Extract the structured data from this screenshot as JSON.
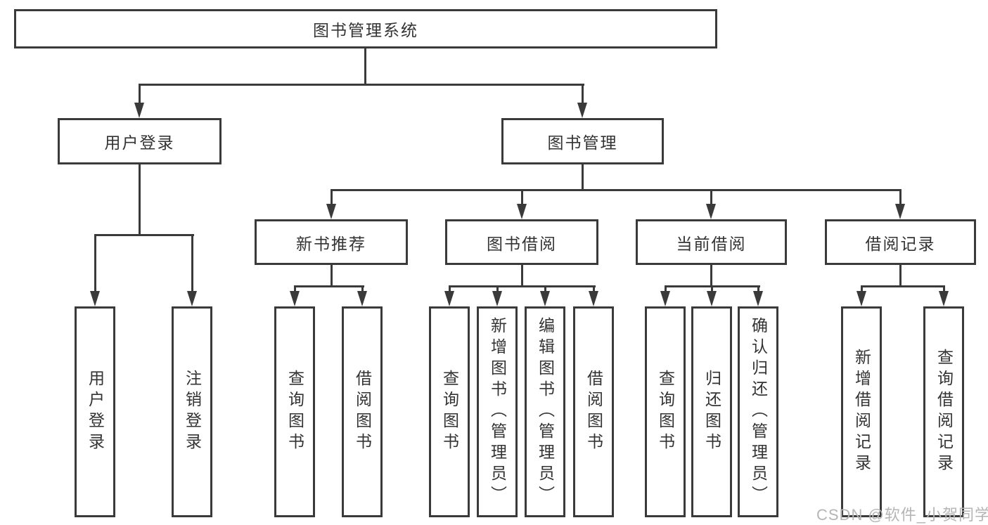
{
  "diagram": {
    "root": {
      "label": "图书管理系统"
    },
    "level2": [
      "用户登录",
      "图书管理"
    ],
    "level3": [
      "新书推荐",
      "图书借阅",
      "当前借阅",
      "借阅记录"
    ],
    "leaves": {
      "login": [
        "用户登录",
        "注销登录"
      ],
      "recommend": [
        "查询图书",
        "借阅图书"
      ],
      "borrow": [
        "查询图书",
        "新增图书（管理员）",
        "编辑图书（管理员）",
        "借阅图书"
      ],
      "current": [
        "查询图书",
        "归还图书",
        "确认归还（管理员）"
      ],
      "records": [
        "新增借阅记录",
        "查询借阅记录"
      ]
    },
    "colors": {
      "line": "#3a3a3a",
      "text": "#333333",
      "watermark": "#b5b5b5",
      "background": "#ffffff"
    },
    "watermark": "CSDN @软件_小贺同学"
  }
}
